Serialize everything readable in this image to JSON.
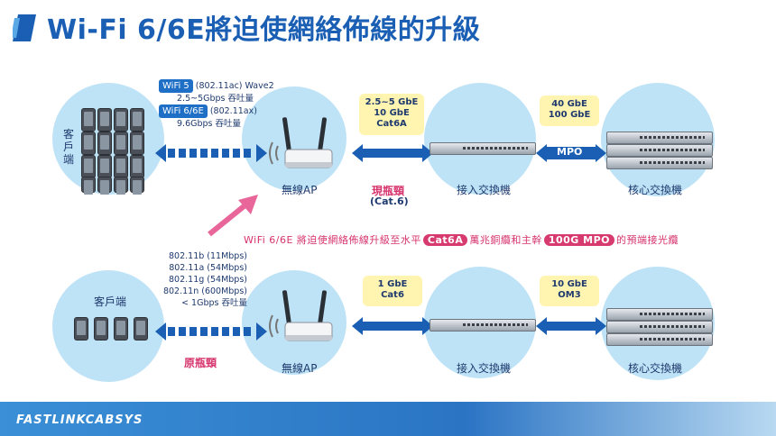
{
  "title": "Wi-Fi 6/6E將迫使網絡佈線的升級",
  "top": {
    "client_label": "客戶端",
    "wifi5_badge": "WiFi 5",
    "wifi5_std": "(802.11ac) Wave2",
    "wifi5_speed": "2.5~5Gbps 吞吐量",
    "wifi6_badge": "WiFi 6/6E",
    "wifi6_std": "(802.11ax)",
    "wifi6_speed": "9.6Gbps 吞吐量",
    "ap_label": "無線AP",
    "cable_label": "現瓶頸",
    "cable_sub": "(Cat.6)",
    "link1_line1": "2.5~5 GbE",
    "link1_line2": "10 GbE",
    "link1_line3": "Cat6A",
    "access_label": "接入交換機",
    "link2_line1": "40 GbE",
    "link2_line2": "100 GbE",
    "mpo_label": "MPO",
    "core_label": "核心交換機"
  },
  "banner": {
    "prefix": "WiFi 6/6E 將迫使網絡佈線升級至水平",
    "pill1": "Cat6A",
    "middle": "萬兆銅纜和主幹",
    "pill2": "100G MPO",
    "suffix": "的預端接光纜"
  },
  "bottom": {
    "specs": [
      "802.11b (11Mbps)",
      "802.11a (54Mbps)",
      "802.11g (54Mbps)",
      "802.11n (600Mbps)",
      "< 1Gbps 吞吐量"
    ],
    "client_label": "客戶端",
    "cable_label": "原瓶頸",
    "ap_label": "無線AP",
    "link1_line1": "1 GbE",
    "link1_line2": "Cat6",
    "access_label": "接入交換機",
    "link2_line1": "10 GbE",
    "link2_line2": "OM3",
    "core_label": "核心交換機"
  },
  "footer": {
    "brand": "FASTLINKCABSYS"
  },
  "colors": {
    "accent": "#1a5fb4",
    "highlight": "#d6336c",
    "circle": "#bfe3f6",
    "note": "#fff4b0"
  }
}
